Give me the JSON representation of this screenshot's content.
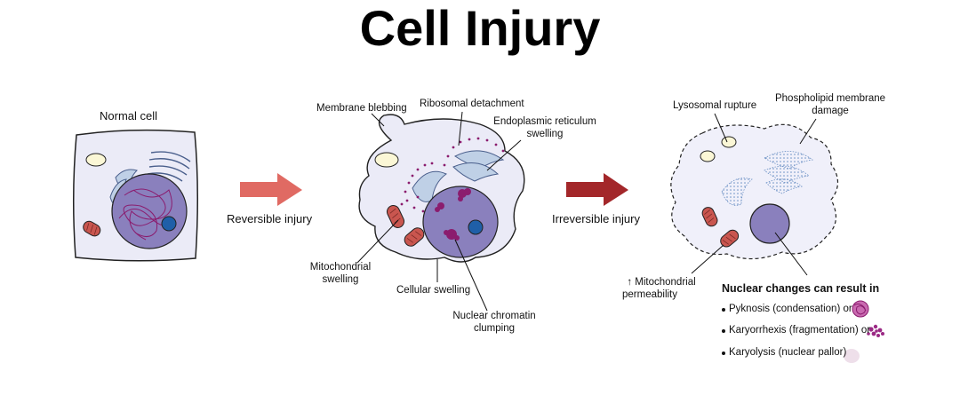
{
  "title": "Cell Injury",
  "stages": {
    "normal": {
      "label": "Normal cell"
    },
    "reversible": {
      "arrow_label": "Reversible injury"
    },
    "irreversible": {
      "arrow_label": "Irreversible injury"
    }
  },
  "reversible_labels": {
    "membrane_blebbing": "Membrane blebbing",
    "ribosomal_detachment": "Ribosomal detachment",
    "er_swelling_1": "Endoplasmic reticulum",
    "er_swelling_2": "swelling",
    "mito_swelling_1": "Mitochondrial",
    "mito_swelling_2": "swelling",
    "cellular_swelling": "Cellular swelling",
    "chromatin_1": "Nuclear chromatin",
    "chromatin_2": "clumping"
  },
  "irreversible_labels": {
    "lysosomal_rupture": "Lysosomal rupture",
    "phospholipid_1": "Phospholipid membrane",
    "phospholipid_2": "damage",
    "mito_perm_1": "↑ Mitochondrial",
    "mito_perm_2": "permeability"
  },
  "nuclear_changes": {
    "title": "Nuclear changes can result in",
    "items": [
      {
        "text": "Pyknosis (condensation) or"
      },
      {
        "text": "Karyorrhexis (fragmentation) or"
      },
      {
        "text": "Karyolysis (nuclear pallor)"
      }
    ]
  },
  "colors": {
    "cell_fill": "#ebebf7",
    "nucleus": "#8a80bd",
    "nucleolus": "#1f5fa8",
    "chromatin": "#8b1c6e",
    "mitochondria": "#c9564f",
    "er": "#bfd0e6",
    "reversible_arrow": "#e06a63",
    "irreversible_arrow": "#a3272a",
    "ribosome": "#8b1c6e"
  }
}
